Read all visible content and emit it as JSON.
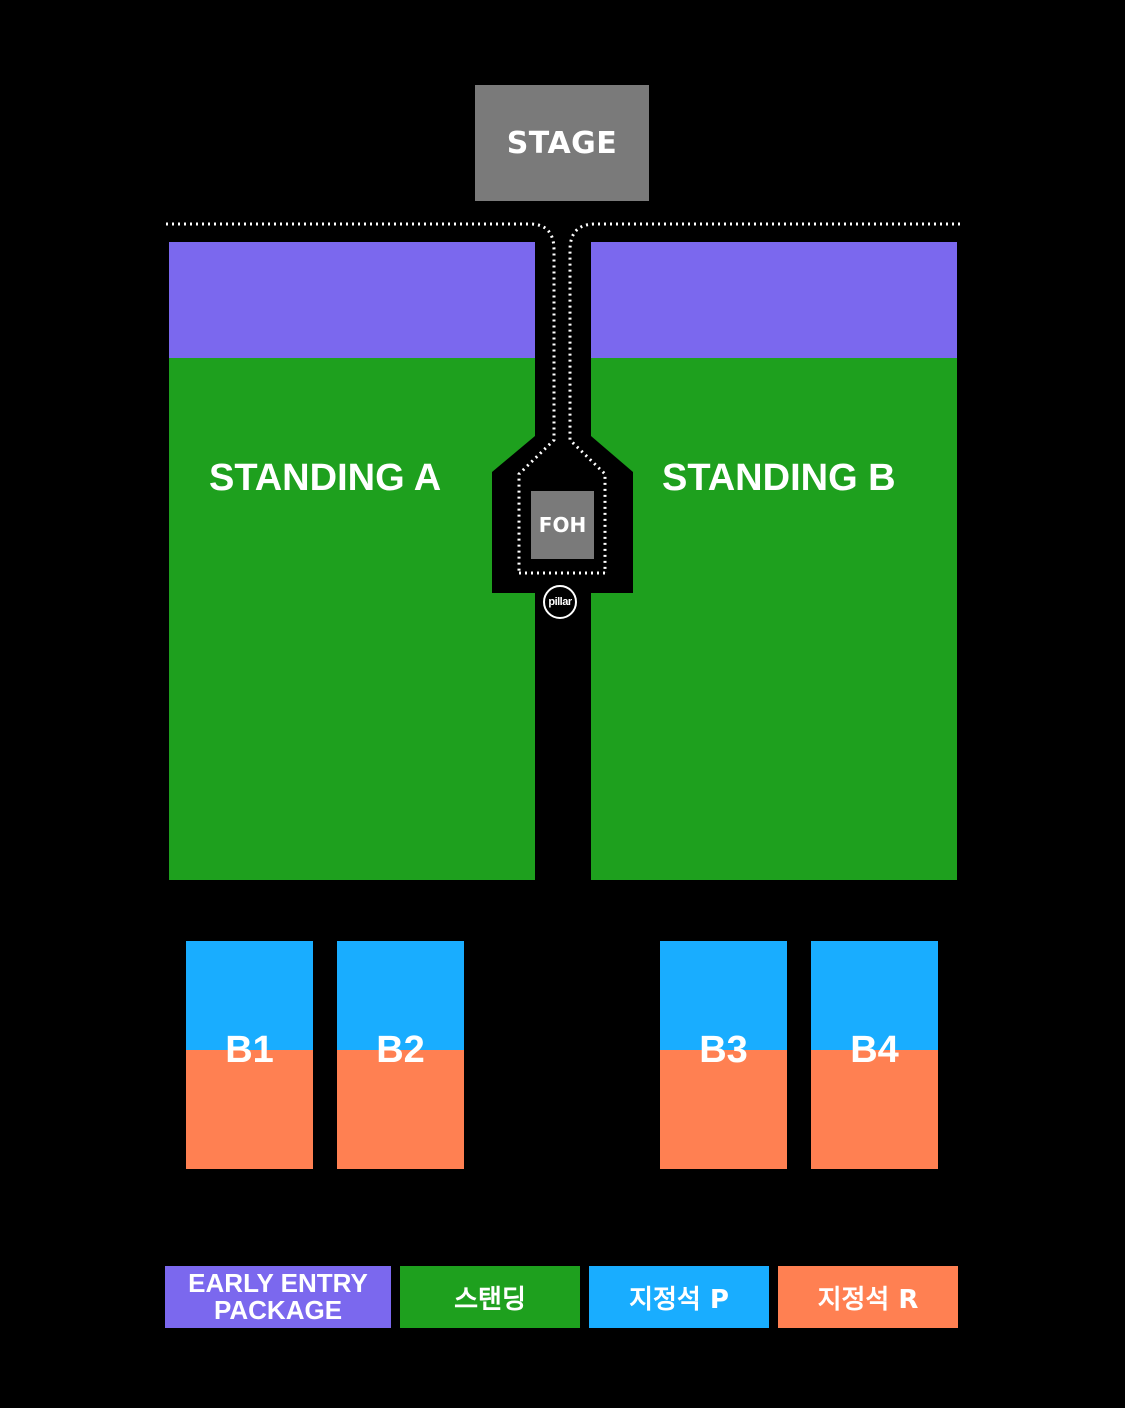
{
  "stage": {
    "label": "STAGE"
  },
  "sections": {
    "standing_a": "STANDING A",
    "standing_b": "STANDING B",
    "foh": "FOH",
    "pillar": "pillar",
    "blocks": [
      "B1",
      "B2",
      "B3",
      "B4"
    ]
  },
  "legend": {
    "early_entry_line1": "EARLY ENTRY",
    "early_entry_line2": "PACKAGE",
    "standing": "스탠딩",
    "reserved_p": "지정석 P",
    "reserved_r": "지정석 R"
  },
  "colors": {
    "background": "#000000",
    "stage": "#7a7a7a",
    "early_entry": "#7b68ee",
    "standing": "#1ea01e",
    "reserved_p": "#19adff",
    "reserved_r": "#ff8052"
  }
}
